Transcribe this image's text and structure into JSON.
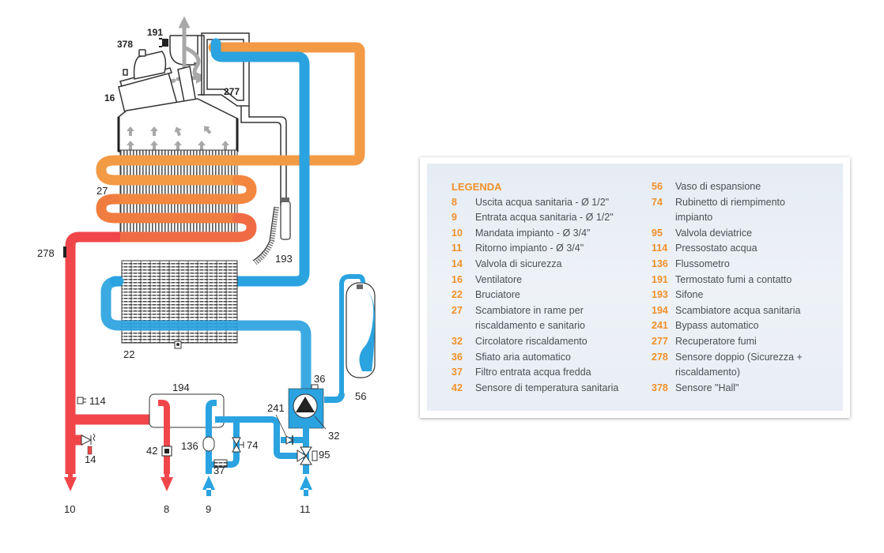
{
  "diagram": {
    "title": "Schema idraulico caldaia",
    "colors": {
      "hot_heating": "#f0464a",
      "exchanger_orange": "#f39a45",
      "cold_blue": "#2aa3e0",
      "fumes_gray": "#a8a8a8",
      "outline": "#333333"
    },
    "callouts": {
      "c191": "191",
      "c378": "378",
      "c16": "16",
      "c277": "277",
      "c27": "27",
      "c278": "278",
      "c193": "193",
      "c22": "22",
      "c36": "36",
      "c56": "56",
      "c194": "194",
      "c114": "114",
      "c241": "241",
      "c32": "32",
      "c14": "14",
      "c42": "42",
      "c136": "136",
      "c74": "74",
      "c95": "95",
      "c37": "37",
      "c10": "10",
      "c8": "8",
      "c9": "9",
      "c11": "11"
    }
  },
  "legend": {
    "title": "LEGENDA",
    "accent_color": "#f0902a",
    "col1": [
      {
        "num": "8",
        "text": "Uscita acqua sanitaria - Ø 1/2\""
      },
      {
        "num": "9",
        "text": "Entrata acqua sanitaria - Ø 1/2\""
      },
      {
        "num": "10",
        "text": "Mandata impianto - Ø 3/4\""
      },
      {
        "num": "11",
        "text": "Ritorno impianto - Ø 3/4\""
      },
      {
        "num": "14",
        "text": "Valvola di sicurezza"
      },
      {
        "num": "16",
        "text": "Ventilatore"
      },
      {
        "num": "22",
        "text": "Bruciatore"
      },
      {
        "num": "27",
        "text": "Scambiatore in rame per riscaldamento e sanitario"
      },
      {
        "num": "32",
        "text": "Circolatore riscaldamento"
      },
      {
        "num": "36",
        "text": "Sfiato aria automatico"
      },
      {
        "num": "37",
        "text": "Filtro entrata acqua fredda"
      },
      {
        "num": "42",
        "text": "Sensore di temperatura sanitaria"
      }
    ],
    "col2": [
      {
        "num": "56",
        "text": "Vaso di espansione"
      },
      {
        "num": "74",
        "text": "Rubinetto di riempimento impianto"
      },
      {
        "num": "95",
        "text": "Valvola deviatrice"
      },
      {
        "num": "114",
        "text": "Pressostato acqua"
      },
      {
        "num": "136",
        "text": "Flussometro"
      },
      {
        "num": "191",
        "text": "Termostato fumi a contatto"
      },
      {
        "num": "193",
        "text": "Sifone"
      },
      {
        "num": "194",
        "text": "Scambiatore acqua sanitaria"
      },
      {
        "num": "241",
        "text": "Bypass automatico"
      },
      {
        "num": "277",
        "text": "Recuperatore fumi"
      },
      {
        "num": "278",
        "text": "Sensore doppio (Sicurezza + riscaldamento)"
      },
      {
        "num": "378",
        "text": "Sensore \"Hall\""
      }
    ]
  }
}
